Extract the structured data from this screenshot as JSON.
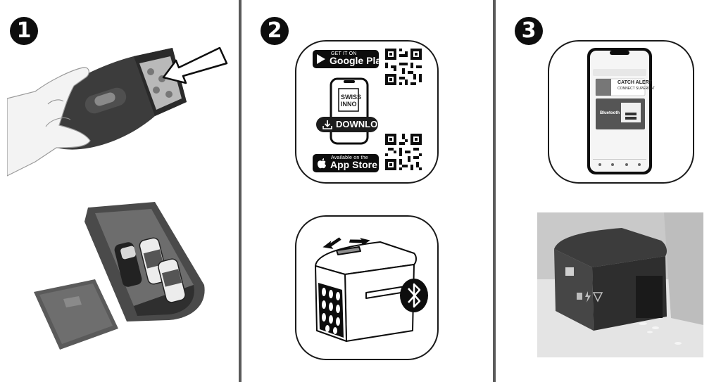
{
  "steps": [
    {
      "number": "1"
    },
    {
      "number": "2",
      "google_play": {
        "small": "GET IT ON",
        "big": "Google Play"
      },
      "app_store": {
        "small": "Available on the",
        "big": "App Store"
      },
      "phone_logo": [
        "SWISS",
        "INNO"
      ],
      "download_label": "DOWNLOAD"
    },
    {
      "number": "3",
      "app_screen": {
        "catch_alert": "CATCH ALERT",
        "catch_alert_sub": "CONNECT SUPERCAT",
        "bluetooth": "Bluetooth"
      }
    }
  ],
  "colors": {
    "ink": "#0d0d0d",
    "divider": "#5a5a5a",
    "device_body": "#3c3c3c",
    "photo_bg": "#d9d9d9"
  }
}
